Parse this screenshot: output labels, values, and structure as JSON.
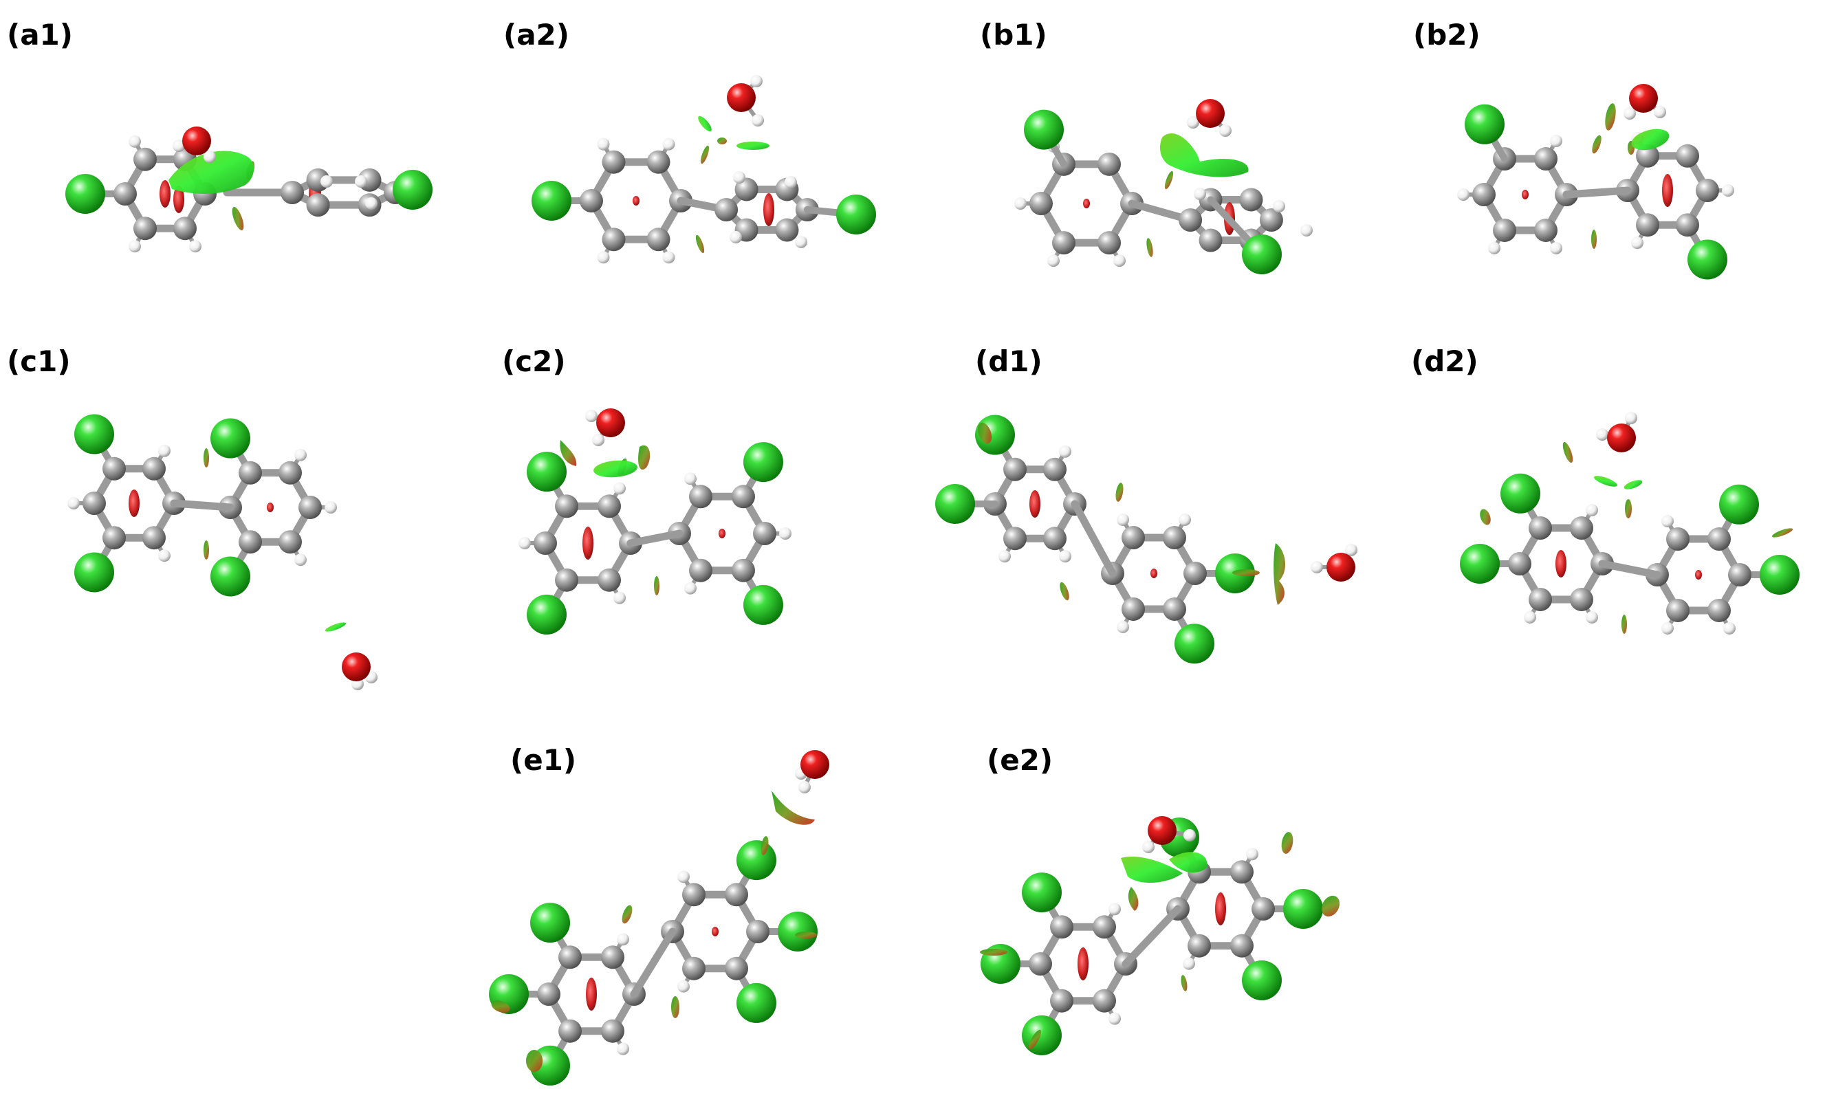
{
  "figure": {
    "panels": [
      {
        "id": "a1",
        "label": "(a1)",
        "chlorines": 2,
        "has_water": true,
        "conformation": "twisted"
      },
      {
        "id": "a2",
        "label": "(a2)",
        "chlorines": 2,
        "has_water": true,
        "conformation": "twisted"
      },
      {
        "id": "b1",
        "label": "(b1)",
        "chlorines": 2,
        "has_water": true,
        "conformation": "twisted"
      },
      {
        "id": "b2",
        "label": "(b2)",
        "chlorines": 2,
        "has_water": true,
        "conformation": "twisted"
      },
      {
        "id": "c1",
        "label": "(c1)",
        "chlorines": 4,
        "has_water": true,
        "conformation": "planar"
      },
      {
        "id": "c2",
        "label": "(c2)",
        "chlorines": 4,
        "has_water": true,
        "conformation": "planar"
      },
      {
        "id": "d1",
        "label": "(d1)",
        "chlorines": 4,
        "has_water": true,
        "conformation": "planar"
      },
      {
        "id": "d2",
        "label": "(d2)",
        "chlorines": 4,
        "has_water": true,
        "conformation": "planar"
      },
      {
        "id": "e1",
        "label": "(e1)",
        "chlorines": 6,
        "has_water": true,
        "conformation": "planar"
      },
      {
        "id": "e2",
        "label": "(e2)",
        "chlorines": 6,
        "has_water": true,
        "conformation": "planar"
      }
    ]
  },
  "colors": {
    "carbon": "#8a8a8a",
    "hydrogen": "#eeeeee",
    "chlorine": "#22c822",
    "oxygen": "#dd1111",
    "bond": "#9a9a9a",
    "repulsive_isosurface": "#cc1a1a",
    "vdw_isosurface": "#33dd33",
    "mixed_isosurface": "#88b822",
    "label": "#000000"
  }
}
